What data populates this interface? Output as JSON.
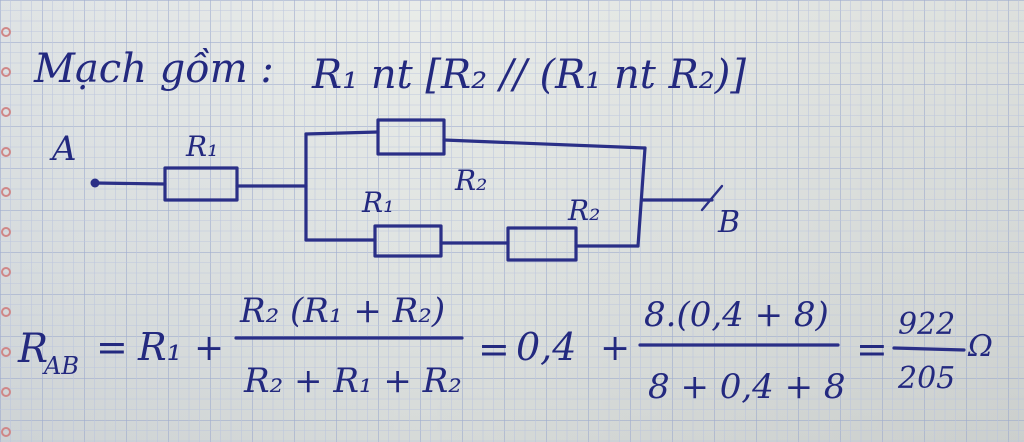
{
  "heading": {
    "prefix": "Mạch gồm :",
    "expression": "R₁ nt [R₂ // (R₁ nt R₂)]"
  },
  "circuit": {
    "terminal_a": "A",
    "terminal_b": "B",
    "r1_main": "R₁",
    "r2_top": "R₂",
    "r1_lower": "R₁",
    "r2_lower": "R₂"
  },
  "formula": {
    "lhs": "R",
    "lhs_sub": "AB",
    "eq1": "=",
    "r1": "R₁",
    "plus": "+",
    "numerator": "R₂ (R₁ + R₂)",
    "denominator": "R₂ + R₁ + R₂",
    "eq2": "=",
    "value_start": "0,4",
    "plus2": "+",
    "numerator_num": "8.(0,4 + 8)",
    "denominator_num": "8 + 0,4 + 8",
    "eq3": "=",
    "result_num": "922",
    "result_den": "205",
    "unit": "Ω"
  },
  "colors": {
    "ink": "#2a2f87",
    "paper": "#e4e7e5",
    "grid": "#9aa7c9",
    "margin_holes": "#d28a8a"
  }
}
